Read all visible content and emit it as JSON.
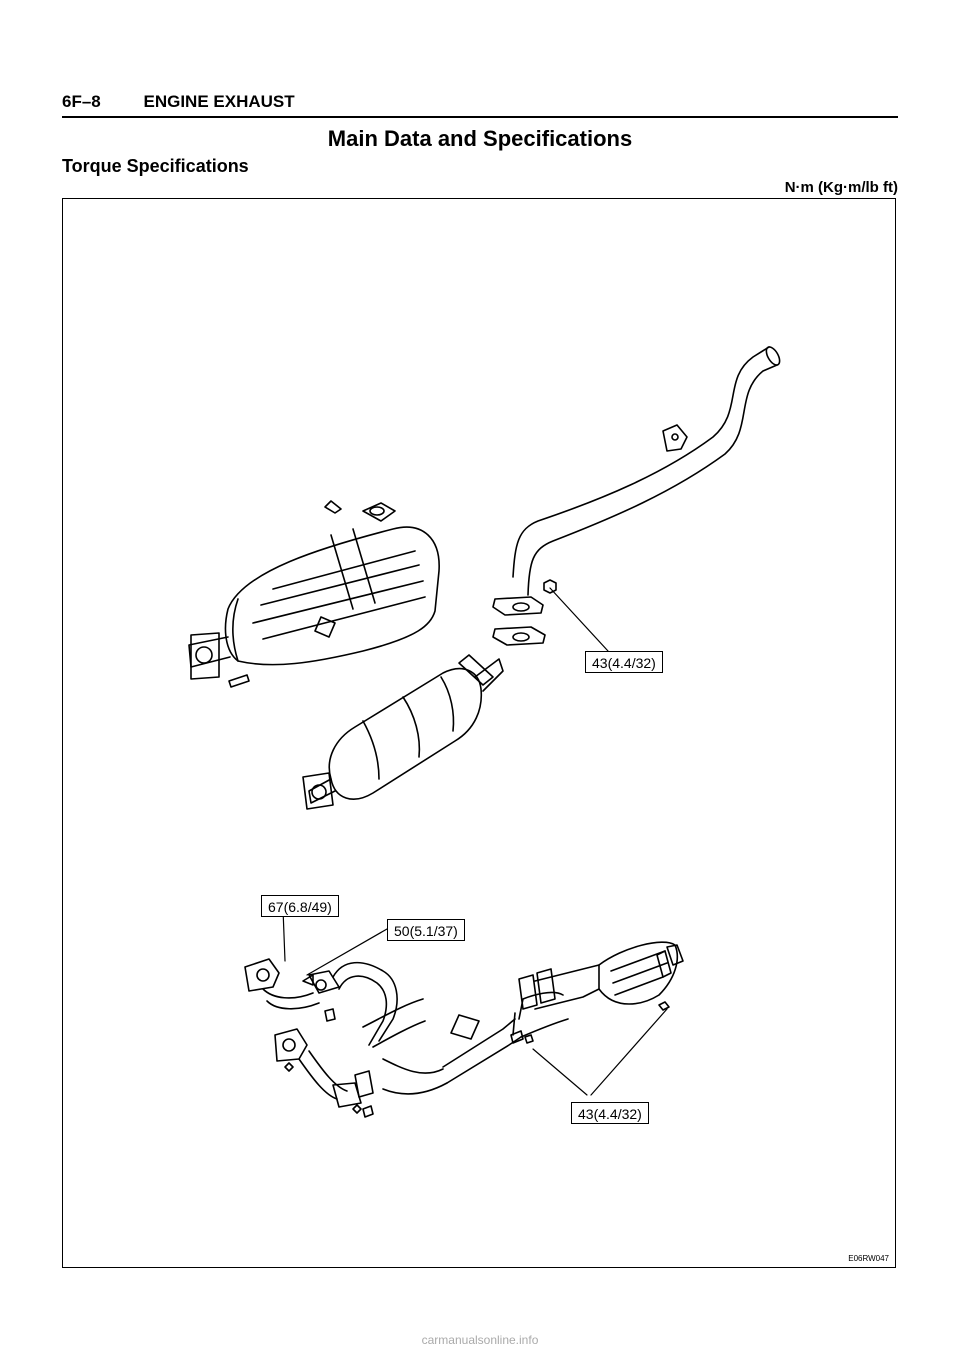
{
  "header": {
    "page_number": "6F–8",
    "section": "ENGINE EXHAUST"
  },
  "title": "Main Data and Specifications",
  "subtitle": "Torque Specifications",
  "unit_label": "N·m (Kg·m/lb ft)",
  "diagram": {
    "callouts": {
      "rear_flange_nut": "43(4.4/32)",
      "exhaust_manifold": "67(6.8/49)",
      "front_pipe_joint": "50(5.1/37)",
      "catalytic_flange": "43(4.4/32)"
    },
    "figure_id": "E06RW047"
  },
  "watermark": "carmanualsonline.info"
}
